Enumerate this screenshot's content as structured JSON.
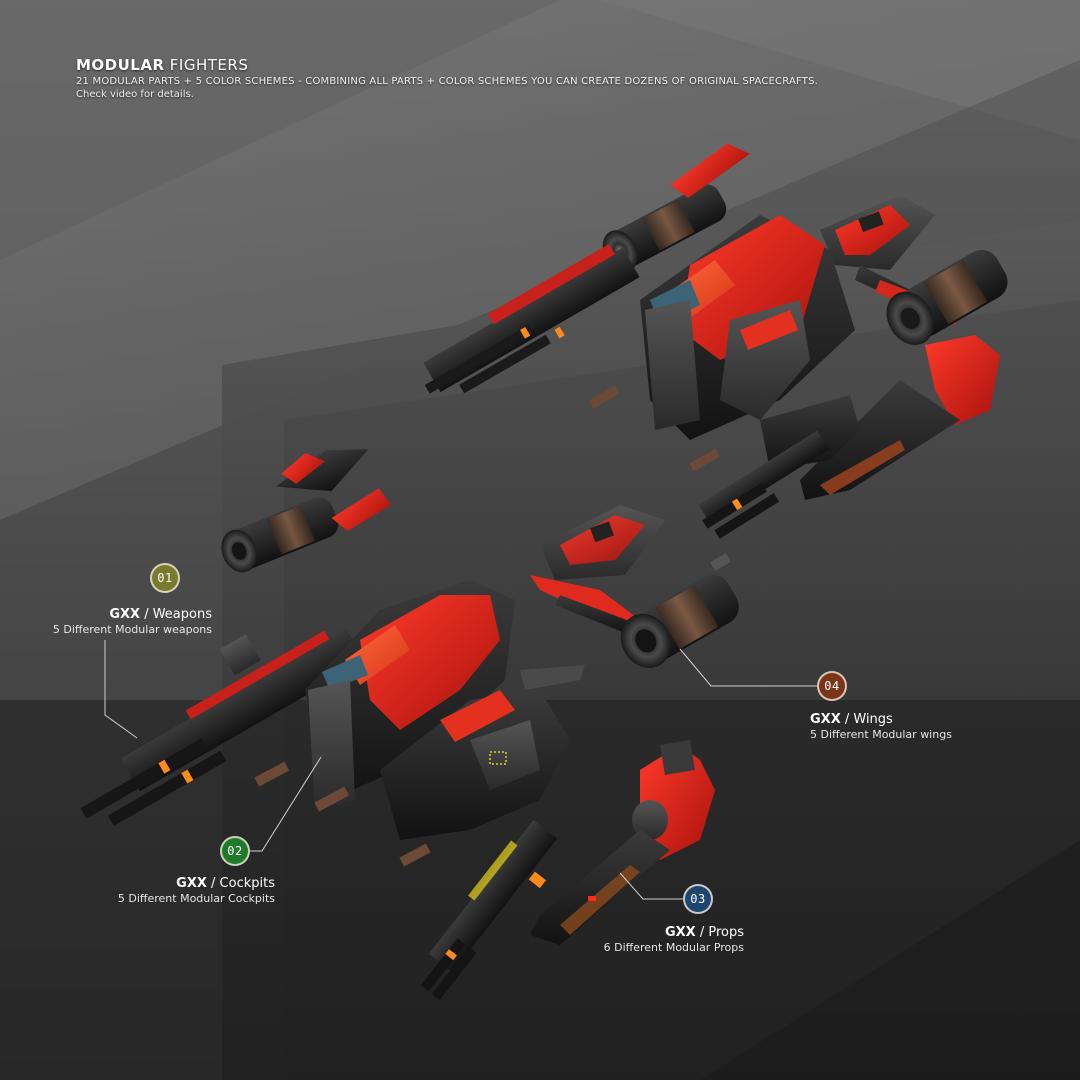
{
  "header": {
    "title_bold": "MODULAR",
    "title_light": " FIGHTERS",
    "subtitle": "21 MODULAR PARTS + 5 COLOR SCHEMES   -  COMBINING ALL PARTS + COLOR SCHEMES YOU CAN CREATE DOZENS OF ORIGINAL SPACECRAFTS.",
    "note": "Check video for details."
  },
  "parts": [
    {
      "number": "01",
      "prefix": "GXX",
      "separator": " / ",
      "name": "Weapons",
      "description": "5 Different Modular weapons",
      "badge_color": "#7a7a2e"
    },
    {
      "number": "02",
      "prefix": "GXX",
      "separator": " / ",
      "name": "Cockpits",
      "description": "5 Different Modular Cockpits",
      "badge_color": "#1f7a2c"
    },
    {
      "number": "03",
      "prefix": "GXX",
      "separator": " / ",
      "name": "Props",
      "description": "6 Different Modular Props",
      "badge_color": "#1d4670"
    },
    {
      "number": "04",
      "prefix": "GXX",
      "separator": " / ",
      "name": "Wings",
      "description": "5 Different Modular wings",
      "badge_color": "#7a3418"
    }
  ],
  "colors": {
    "hull_red": "#e0241b",
    "hull_orange": "#f0491f",
    "hull_black": "#1e1e1e",
    "hull_grey": "#3a3a3a",
    "glow_orange": "#ff8a1c",
    "glass_blue": "#3d6377",
    "bronze": "#6d4a36"
  },
  "icons": {
    "assembled_ship": "spacecraft-render",
    "exploded_ship": "spacecraft-exploded-render"
  }
}
